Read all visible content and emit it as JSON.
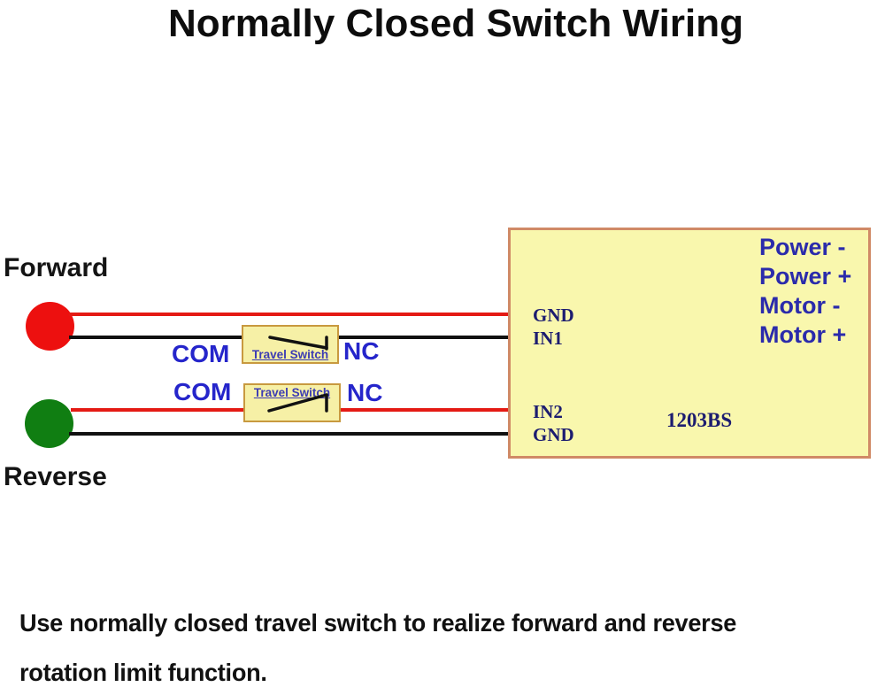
{
  "title": "Normally Closed Switch Wiring",
  "labels": {
    "forward": "Forward",
    "reverse": "Reverse"
  },
  "switches": [
    {
      "com": "COM",
      "name": "Travel Switch",
      "nc": "NC"
    },
    {
      "com": "COM",
      "name": "Travel Switch",
      "nc": "NC"
    }
  ],
  "controller": {
    "model": "1203BS",
    "pins_left": [
      "GND",
      "IN1",
      "IN2",
      "GND"
    ],
    "terminals": [
      "Power -",
      "Power +",
      "Motor -",
      "Motor +"
    ]
  },
  "caption": {
    "line1": "Use normally closed travel switch to realize forward and reverse",
    "line2": "rotation limit function."
  },
  "colors": {
    "wire_red": "#e41a14",
    "wire_black": "#111111",
    "forward_dot": "#ed100f",
    "reverse_dot": "#107e12",
    "board_fill": "#f9f7ad",
    "board_border": "#d08a66",
    "switch_fill": "#f6f0a6",
    "switch_border": "#c8993f",
    "label_blue": "#2525cb",
    "terminal_blue": "#2b2bab",
    "pin_navy": "#1d1d70"
  }
}
